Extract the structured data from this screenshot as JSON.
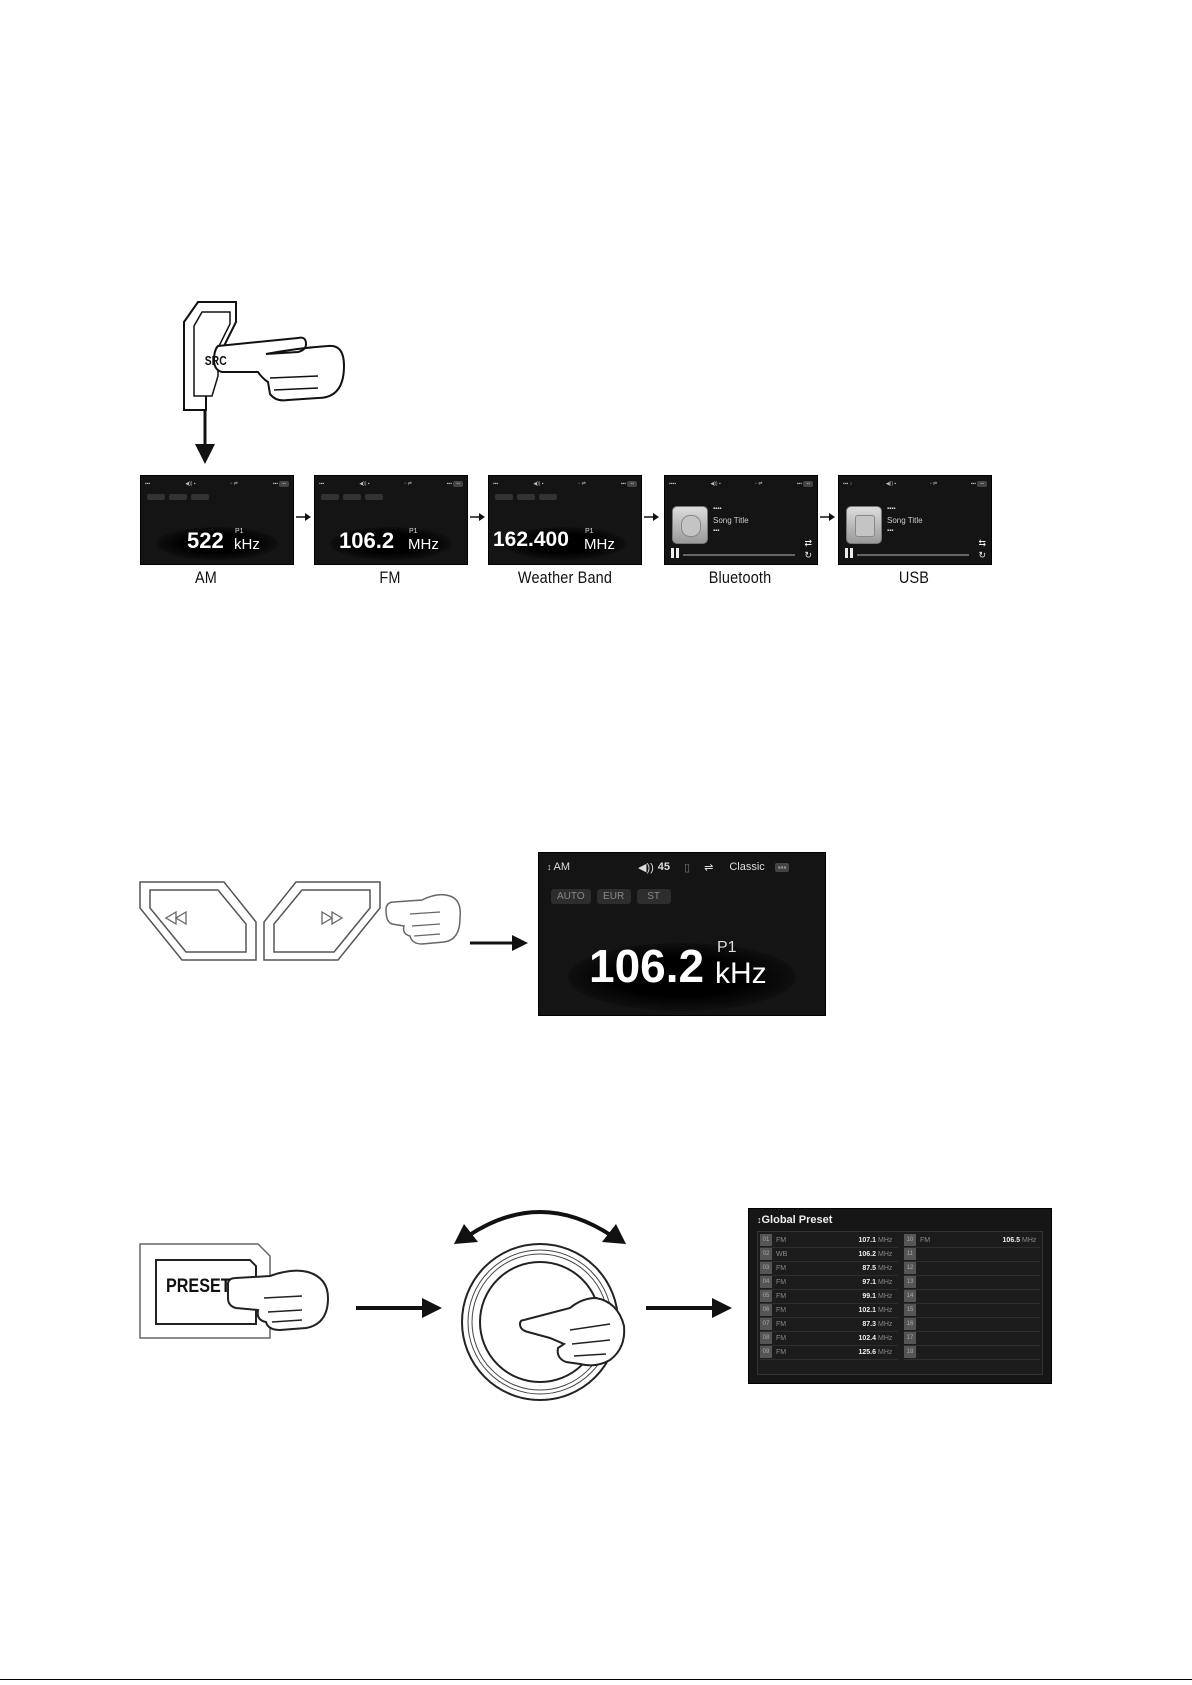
{
  "source_button": {
    "label": "SRC"
  },
  "sources": [
    {
      "caption": "AM",
      "freq": "522",
      "preset": "P1",
      "unit": "kHz"
    },
    {
      "caption": "FM",
      "freq": "106.2",
      "preset": "P1",
      "unit": "MHz"
    },
    {
      "caption": "Weather Band",
      "freq": "162.400",
      "preset": "P1",
      "unit": "MHz"
    },
    {
      "caption": "Bluetooth",
      "track": "Song Title"
    },
    {
      "caption": "USB",
      "track": "Song Title"
    }
  ],
  "tune_screen": {
    "band": "AM",
    "volume": "45",
    "eq": "Classic",
    "buttons": [
      "AUTO",
      "EUR",
      "ST"
    ],
    "freq": "106.2",
    "preset": "P1",
    "unit": "kHz"
  },
  "preset_button": {
    "label": "PRESET"
  },
  "global_preset": {
    "title": "Global Preset",
    "left_rows": [
      {
        "num": "01",
        "band": "FM",
        "freq": "107.1",
        "unit": "MHz"
      },
      {
        "num": "02",
        "band": "WB",
        "freq": "106.2",
        "unit": "MHz"
      },
      {
        "num": "03",
        "band": "FM",
        "freq": "87.5",
        "unit": "MHz"
      },
      {
        "num": "04",
        "band": "FM",
        "freq": "97.1",
        "unit": "MHz"
      },
      {
        "num": "05",
        "band": "FM",
        "freq": "99.1",
        "unit": "MHz"
      },
      {
        "num": "06",
        "band": "FM",
        "freq": "102.1",
        "unit": "MHz"
      },
      {
        "num": "07",
        "band": "FM",
        "freq": "87.3",
        "unit": "MHz"
      },
      {
        "num": "08",
        "band": "FM",
        "freq": "102.4",
        "unit": "MHz"
      },
      {
        "num": "09",
        "band": "FM",
        "freq": "125.6",
        "unit": "MHz"
      }
    ],
    "right_rows": [
      {
        "num": "10",
        "band": "FM",
        "freq": "106.5",
        "unit": "MHz"
      },
      {
        "num": "11",
        "band": "",
        "freq": "",
        "unit": ""
      },
      {
        "num": "12",
        "band": "",
        "freq": "",
        "unit": ""
      },
      {
        "num": "13",
        "band": "",
        "freq": "",
        "unit": ""
      },
      {
        "num": "14",
        "band": "",
        "freq": "",
        "unit": ""
      },
      {
        "num": "15",
        "band": "",
        "freq": "",
        "unit": ""
      },
      {
        "num": "16",
        "band": "",
        "freq": "",
        "unit": ""
      },
      {
        "num": "17",
        "band": "",
        "freq": "",
        "unit": ""
      },
      {
        "num": "18",
        "band": "",
        "freq": "",
        "unit": ""
      }
    ]
  },
  "icons": [
    "hand-pointer-icon",
    "arrow-icon",
    "volume-icon",
    "usb-icon",
    "bluetooth-icon",
    "rewind-icon",
    "fast-forward-icon",
    "rotate-arrow-icon",
    "knob-icon",
    "shuffle-icon",
    "repeat-icon"
  ],
  "colors": {
    "screen_bg": "#141414",
    "text": "#ffffff",
    "outline": "#111111"
  }
}
